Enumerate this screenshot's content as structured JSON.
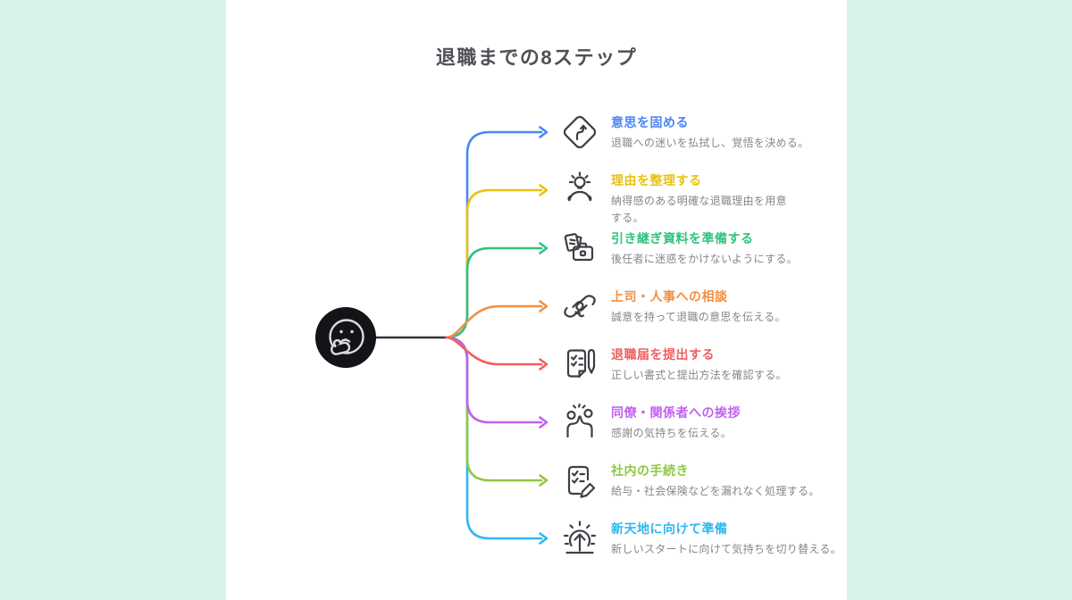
{
  "page": {
    "title": "退職までの8ステップ",
    "background_color": "#d9f2ea",
    "panel_color": "#ffffff",
    "title_color": "#505157",
    "description_color": "#85868c",
    "icon_line_color": "#3e3f45",
    "link_line_color": "#33343a"
  },
  "center": {
    "icon": "thinking-face-icon",
    "node_color": "#141418"
  },
  "steps": [
    {
      "title": "意思を固める",
      "description": "退職への迷いを払拭し、覚悟を決める。",
      "color": "#4a86f5",
      "icon": "road-curve-sign-icon"
    },
    {
      "title": "理由を整理する",
      "description": "納得感のある明確な退職理由を用意する。",
      "color": "#e9c20f",
      "icon": "idea-person-icon"
    },
    {
      "title": "引き継ぎ資料を準備する",
      "description": "後任者に迷惑をかけないようにする。",
      "color": "#31c27f",
      "icon": "documents-briefcase-icon"
    },
    {
      "title": "上司・人事への相談",
      "description": "誠意を持って退職の意思を伝える。",
      "color": "#f18f43",
      "icon": "handshake-icon"
    },
    {
      "title": "退職届を提出する",
      "description": "正しい書式と提出方法を確認する。",
      "color": "#f15f5f",
      "icon": "form-pen-icon"
    },
    {
      "title": "同僚・関係者への挨拶",
      "description": "感謝の気持ちを伝える。",
      "color": "#c25ff2",
      "icon": "high-five-icon"
    },
    {
      "title": "社内の手続き",
      "description": "給与・社会保険などを漏れなく処理する。",
      "color": "#8fc844",
      "icon": "checklist-pencil-icon"
    },
    {
      "title": "新天地に向けて準備",
      "description": "新しいスタートに向けて気持ちを切り替える。",
      "color": "#2eb7f2",
      "icon": "sunrise-arrow-icon"
    }
  ]
}
